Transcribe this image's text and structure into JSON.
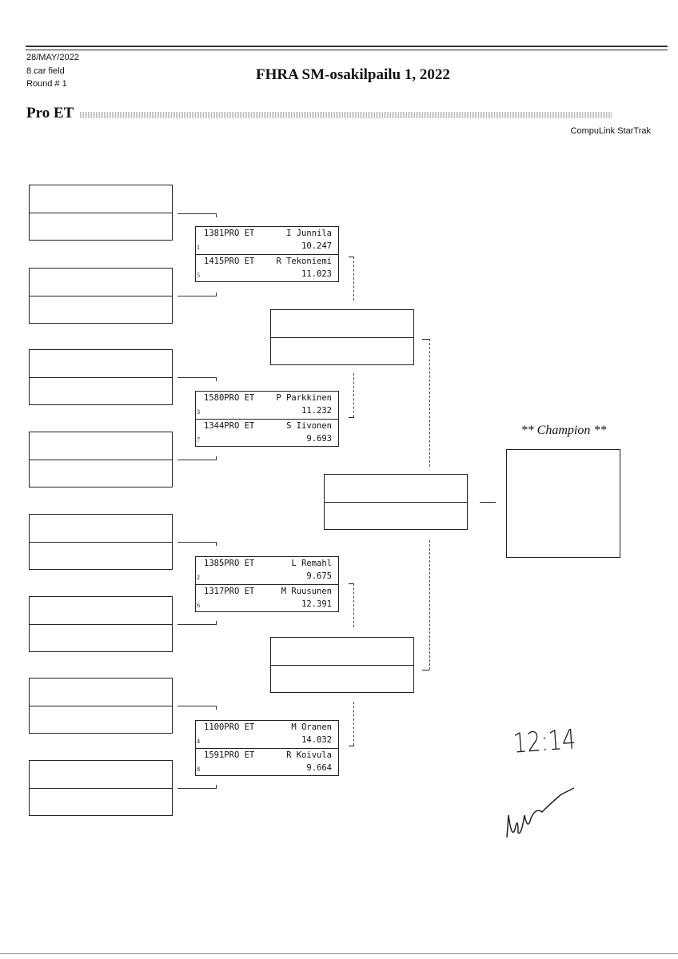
{
  "header": {
    "date": "28/MAY/2022",
    "field": "8 car field",
    "round": "Round # 1",
    "title": "FHRA SM-osakilpailu 1, 2022",
    "class": "Pro ET",
    "software": "CompuLink StarTrak"
  },
  "matches": [
    {
      "top": {
        "car": "1381",
        "class": "PRO ET",
        "name": "I Junnila",
        "et": "10.247",
        "seed": "1"
      },
      "bottom": {
        "car": "1415",
        "class": "PRO ET",
        "name": "R Tekoniemi",
        "et": "11.023",
        "seed": "5"
      }
    },
    {
      "top": {
        "car": "1580",
        "class": "PRO ET",
        "name": "P Parkkinen",
        "et": "11.232",
        "seed": "3"
      },
      "bottom": {
        "car": "1344",
        "class": "PRO ET",
        "name": "S Iivonen",
        "et": "9.693",
        "seed": "7"
      }
    },
    {
      "top": {
        "car": "1385",
        "class": "PRO ET",
        "name": "L Remahl",
        "et": "9.675",
        "seed": "2"
      },
      "bottom": {
        "car": "1317",
        "class": "PRO ET",
        "name": "M Ruusunen",
        "et": "12.391",
        "seed": "6"
      }
    },
    {
      "top": {
        "car": "1100",
        "class": "PRO ET",
        "name": "M Oranen",
        "et": "14.032",
        "seed": "4"
      },
      "bottom": {
        "car": "1591",
        "class": "PRO ET",
        "name": "R Koivula",
        "et": "9.664",
        "seed": "8"
      }
    }
  ],
  "champion_label": "** Champion **",
  "handwritten_time": "12:14"
}
